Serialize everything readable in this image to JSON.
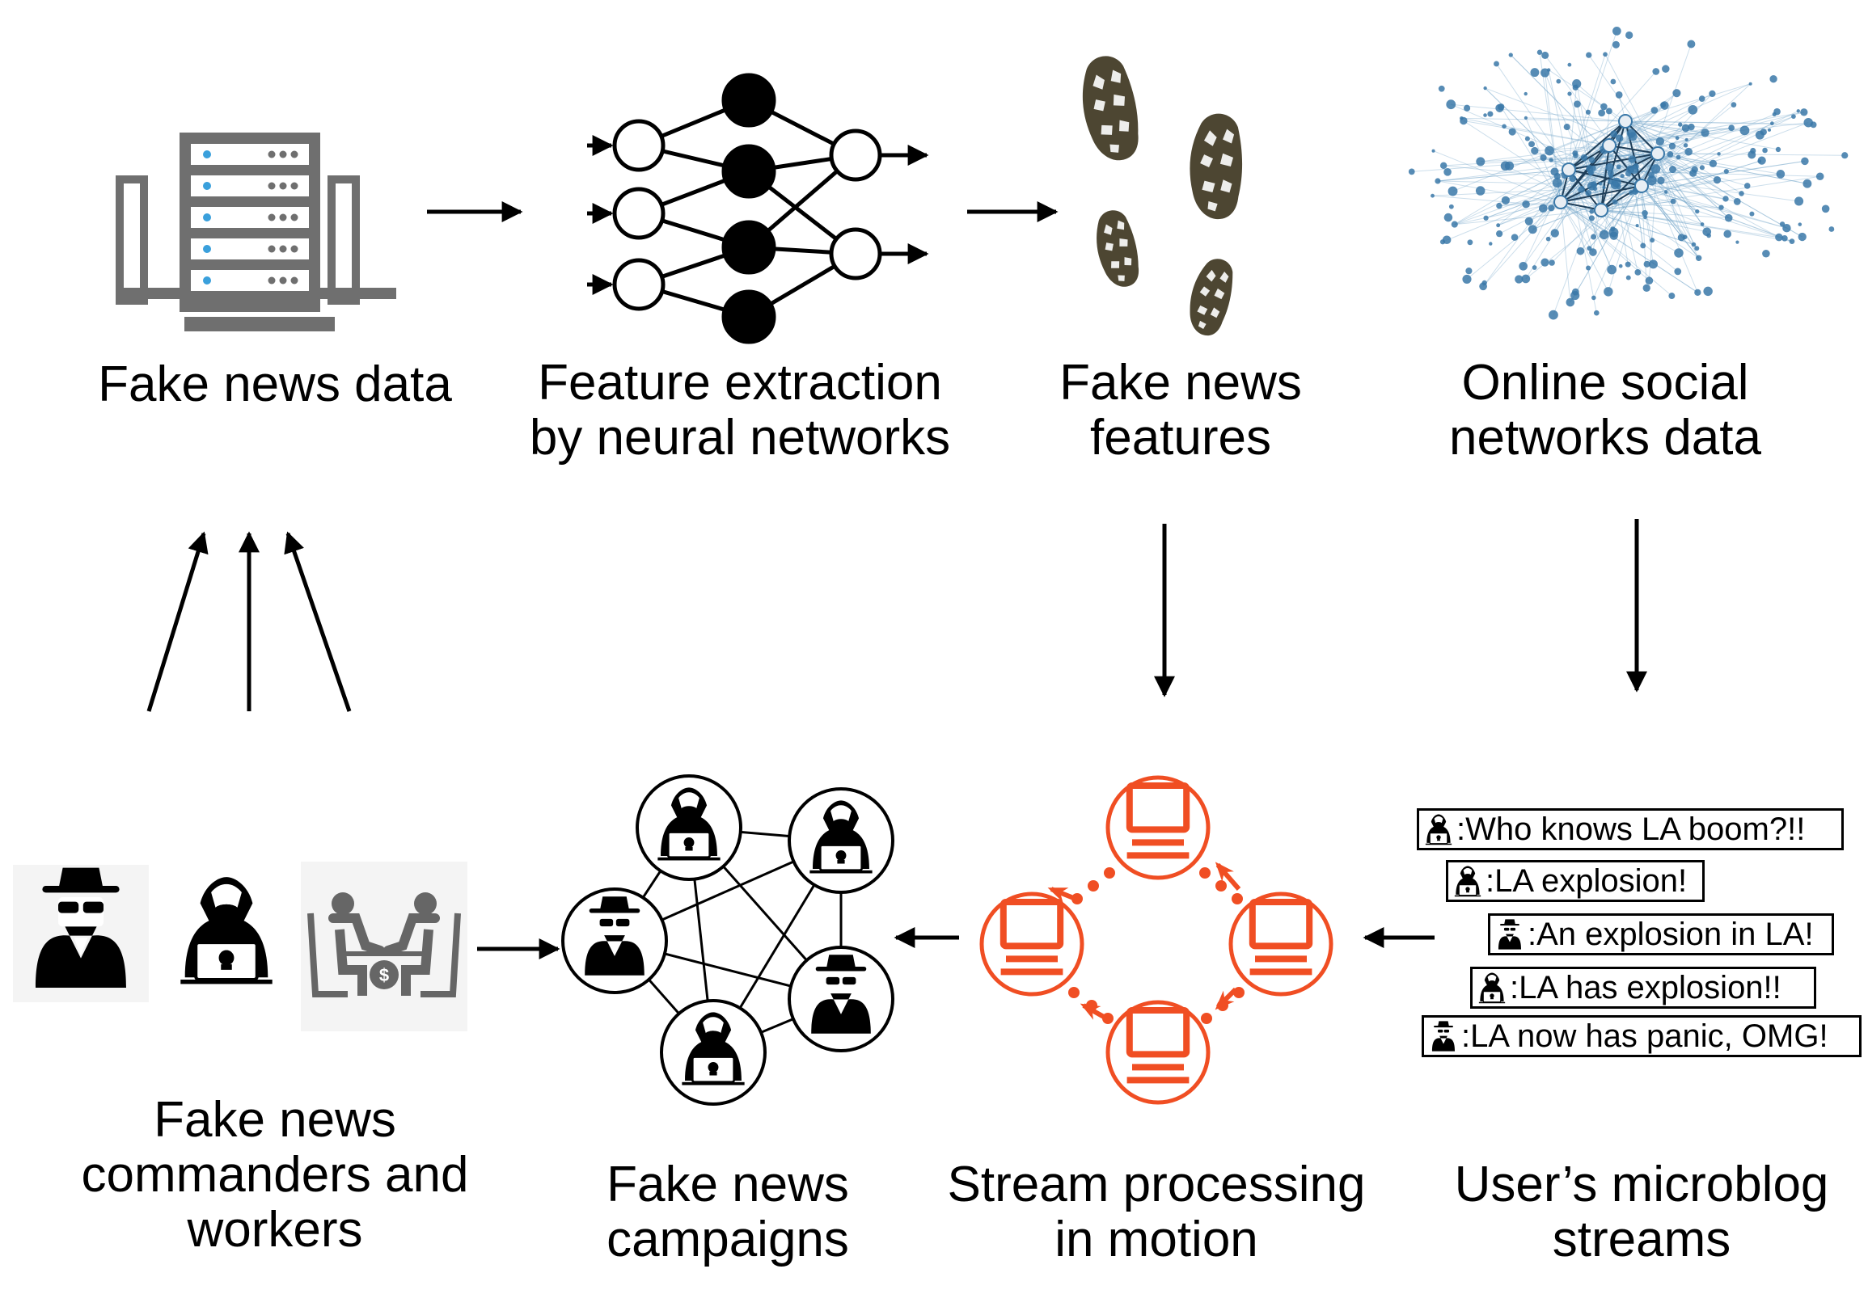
{
  "labels": {
    "fake_news_data": "Fake news data",
    "feature_extraction": [
      "Feature extraction",
      "by neural networks"
    ],
    "fake_news_features": [
      "Fake news",
      "features"
    ],
    "online_social_networks": [
      "Online social",
      "networks data"
    ],
    "commanders": [
      "Fake news",
      "commanders and",
      "workers"
    ],
    "campaigns": [
      "Fake news",
      "campaigns"
    ],
    "stream_processing": [
      "Stream processing",
      "in motion"
    ],
    "microblog_streams": [
      "User’s microblog",
      "streams"
    ]
  },
  "posts": [
    {
      "text": ":Who knows LA boom?!!",
      "avatar": "hacker-icon"
    },
    {
      "text": ":LA explosion!",
      "avatar": "hacker-icon"
    },
    {
      "text": ":An explosion in LA!",
      "avatar": "spy-icon"
    },
    {
      "text": ":LA has explosion!!",
      "avatar": "hacker-icon"
    },
    {
      "text": ":LA now has panic, OMG!",
      "avatar": "spy-icon"
    }
  ],
  "colors": {
    "stream_accent": "#f04e23",
    "server_gray": "#6f6f6f",
    "network_blue": "#3a78a8",
    "footprint": "#4d4632"
  }
}
